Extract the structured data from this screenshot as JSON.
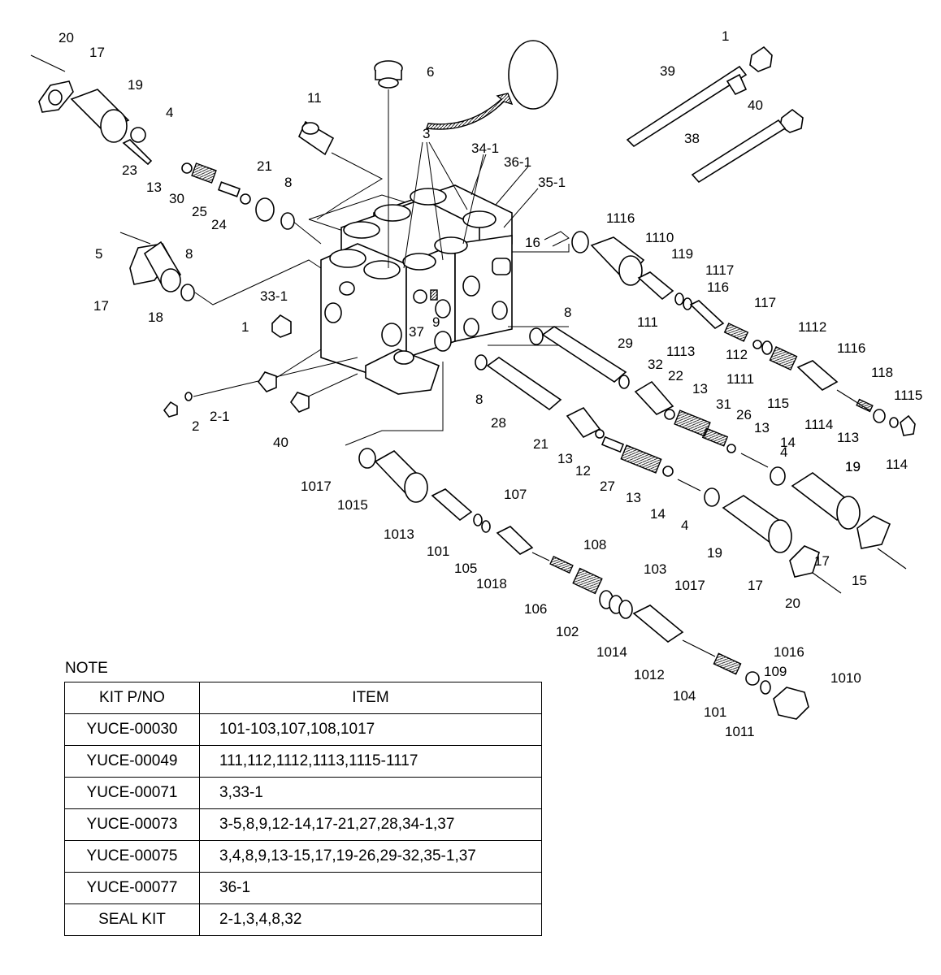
{
  "callouts": [
    "1",
    "1",
    "2",
    "2-1",
    "3",
    "4",
    "4",
    "4",
    "5",
    "6",
    "8",
    "8",
    "8",
    "8",
    "9",
    "11",
    "12",
    "13",
    "13",
    "13",
    "13",
    "13",
    "14",
    "14",
    "15",
    "16",
    "17",
    "17",
    "17",
    "17",
    "18",
    "19",
    "19",
    "19",
    "19",
    "20",
    "20",
    "21",
    "21",
    "22",
    "23",
    "24",
    "25",
    "26",
    "27",
    "28",
    "29",
    "30",
    "31",
    "32",
    "33-1",
    "34-1",
    "35-1",
    "36-1",
    "37",
    "38",
    "39",
    "40",
    "40",
    "101",
    "101",
    "102",
    "103",
    "104",
    "105",
    "106",
    "107",
    "108",
    "109",
    "111",
    "112",
    "113",
    "114",
    "115",
    "116",
    "117",
    "118",
    "119",
    "1010",
    "1011",
    "1012",
    "1013",
    "1014",
    "1015",
    "1016",
    "1017",
    "1017",
    "1018",
    "1110",
    "1111",
    "1112",
    "1113",
    "1114",
    "1115",
    "1116",
    "1116",
    "1117"
  ],
  "note": {
    "title": "NOTE",
    "headers": {
      "kit": "KIT P/NO",
      "item": "ITEM"
    },
    "rows": [
      {
        "kit": "YUCE-00030",
        "item": "101-103,107,108,1017"
      },
      {
        "kit": "YUCE-00049",
        "item": "111,112,1112,1113,1115-1117"
      },
      {
        "kit": "YUCE-00071",
        "item": "3,33-1"
      },
      {
        "kit": "YUCE-00073",
        "item": "3-5,8,9,12-14,17-21,27,28,34-1,37"
      },
      {
        "kit": "YUCE-00075",
        "item": "3,4,8,9,13-15,17,19-26,29-32,35-1,37"
      },
      {
        "kit": "YUCE-00077",
        "item": "36-1"
      },
      {
        "kit": "SEAL KIT",
        "item": "2-1,3,4,8,32"
      }
    ]
  }
}
